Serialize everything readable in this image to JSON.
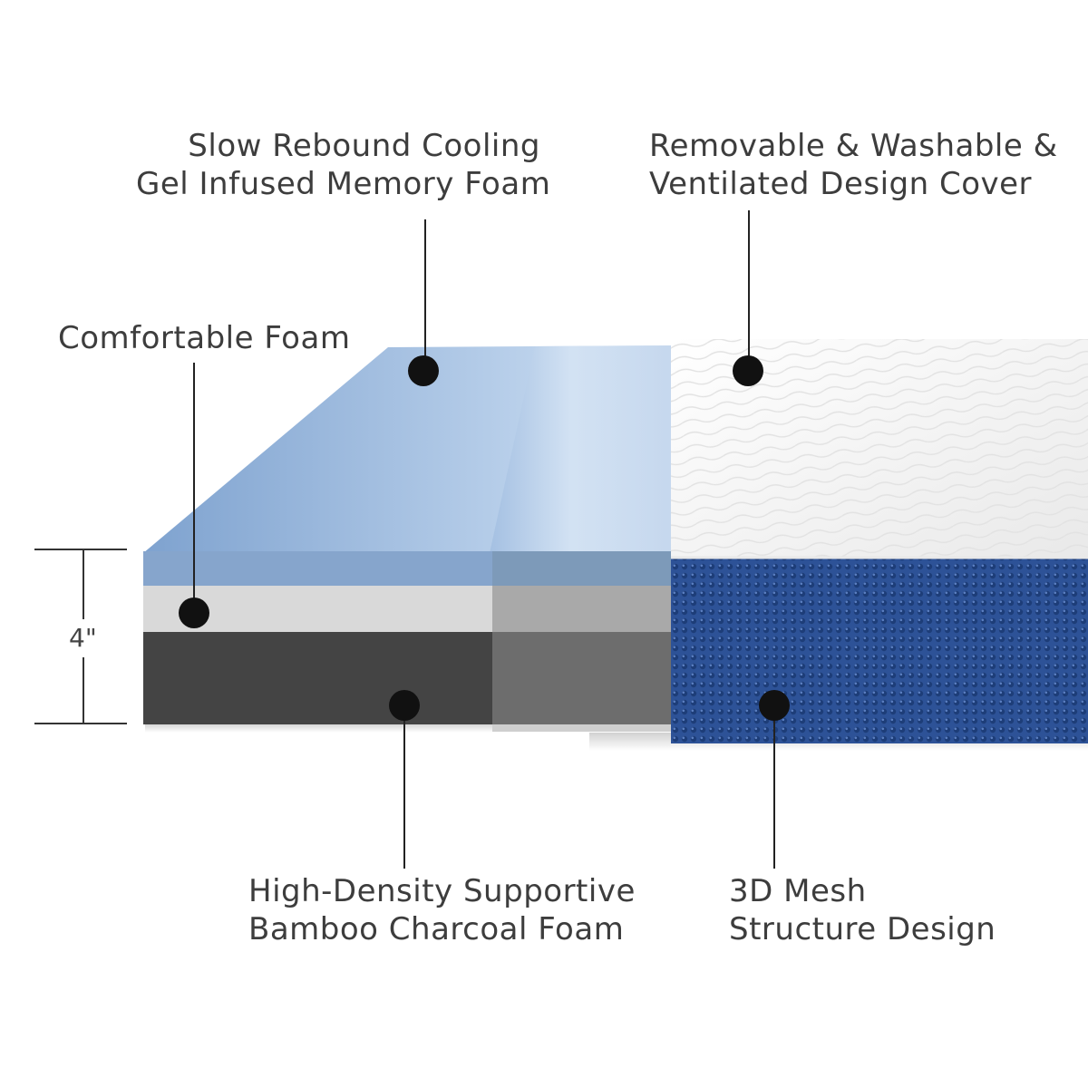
{
  "labels": {
    "gel_foam": [
      "Slow Rebound Cooling",
      "Gel Infused Memory Foam"
    ],
    "cover": [
      "Removable & Washable &",
      "Ventilated Design Cover"
    ],
    "comfort_foam": [
      "Comfortable Foam"
    ],
    "support_foam": [
      "High-Density Supportive",
      "Bamboo Charcoal Foam"
    ],
    "mesh": [
      "3D Mesh",
      "Structure Design"
    ],
    "height": "4\""
  },
  "colors": {
    "gel_layer": "#8fafd6",
    "comfort_layer": "#d9d9d9",
    "support_layer": "#4a4a4a",
    "cover_top": "#f4f4f4",
    "mesh_side": "#2c4f96",
    "callout": "#111111"
  },
  "icons": {
    "callout_marker": "filled-circle"
  }
}
